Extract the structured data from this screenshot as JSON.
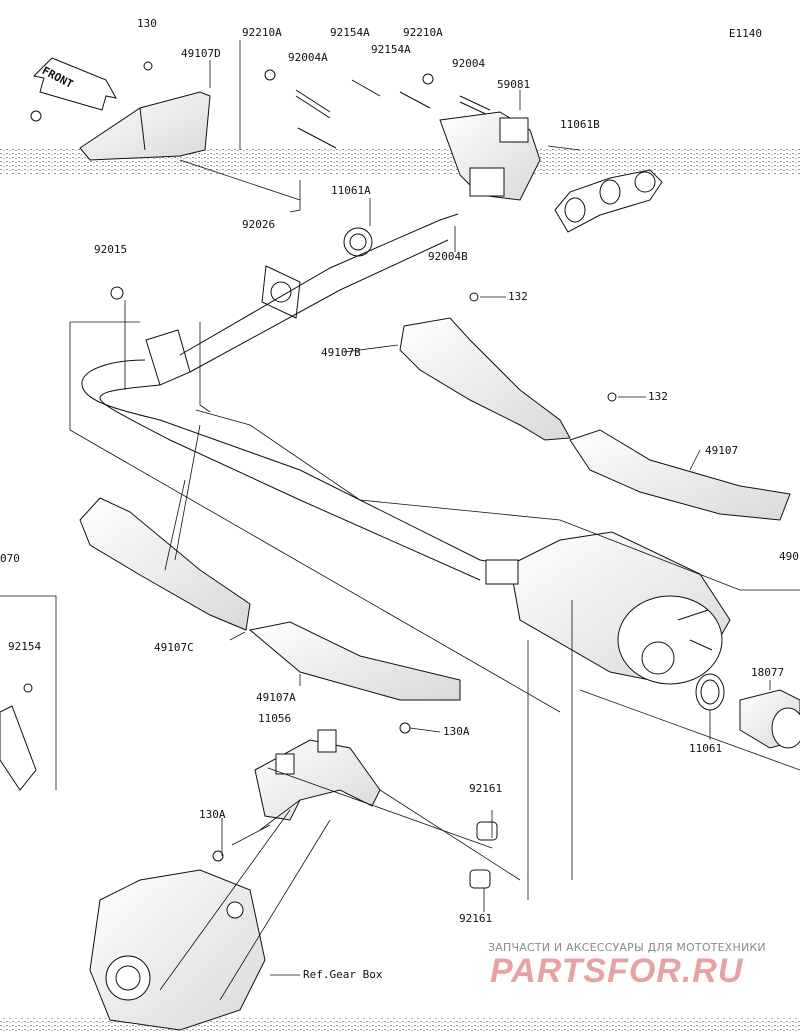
{
  "diagram_code": "E1140",
  "front_label": "FRONT",
  "ref_label": "Ref.Gear Box",
  "watermark": {
    "line1": "ЗАПЧАСТИ И АКСЕССУАРЫ ДЛЯ МОТОТЕХНИКИ",
    "line2": "PARTSFOR.RU"
  },
  "parts": {
    "p130": "130",
    "p49107D": "49107D",
    "p92210A_1": "92210A",
    "p92004A": "92004A",
    "p92154A_1": "92154A",
    "p92210A_2": "92210A",
    "p92154A_2": "92154A",
    "p92004": "92004",
    "p59081": "59081",
    "p11061B": "11061B",
    "p11061A": "11061A",
    "p92026": "92026",
    "p92004B": "92004B",
    "p92015": "92015",
    "p132_1": "132",
    "p49107B": "49107B",
    "p132_2": "132",
    "p49107": "49107",
    "p490_cut": "490",
    "p070_cut": "070",
    "p92154": "92154",
    "p49107C": "49107C",
    "p49107A": "49107A",
    "p18077": "18077",
    "p11061": "11061",
    "p11056": "11056",
    "p130A_1": "130A",
    "p130A_2": "130A",
    "p92161_1": "92161",
    "p92161_2": "92161"
  }
}
